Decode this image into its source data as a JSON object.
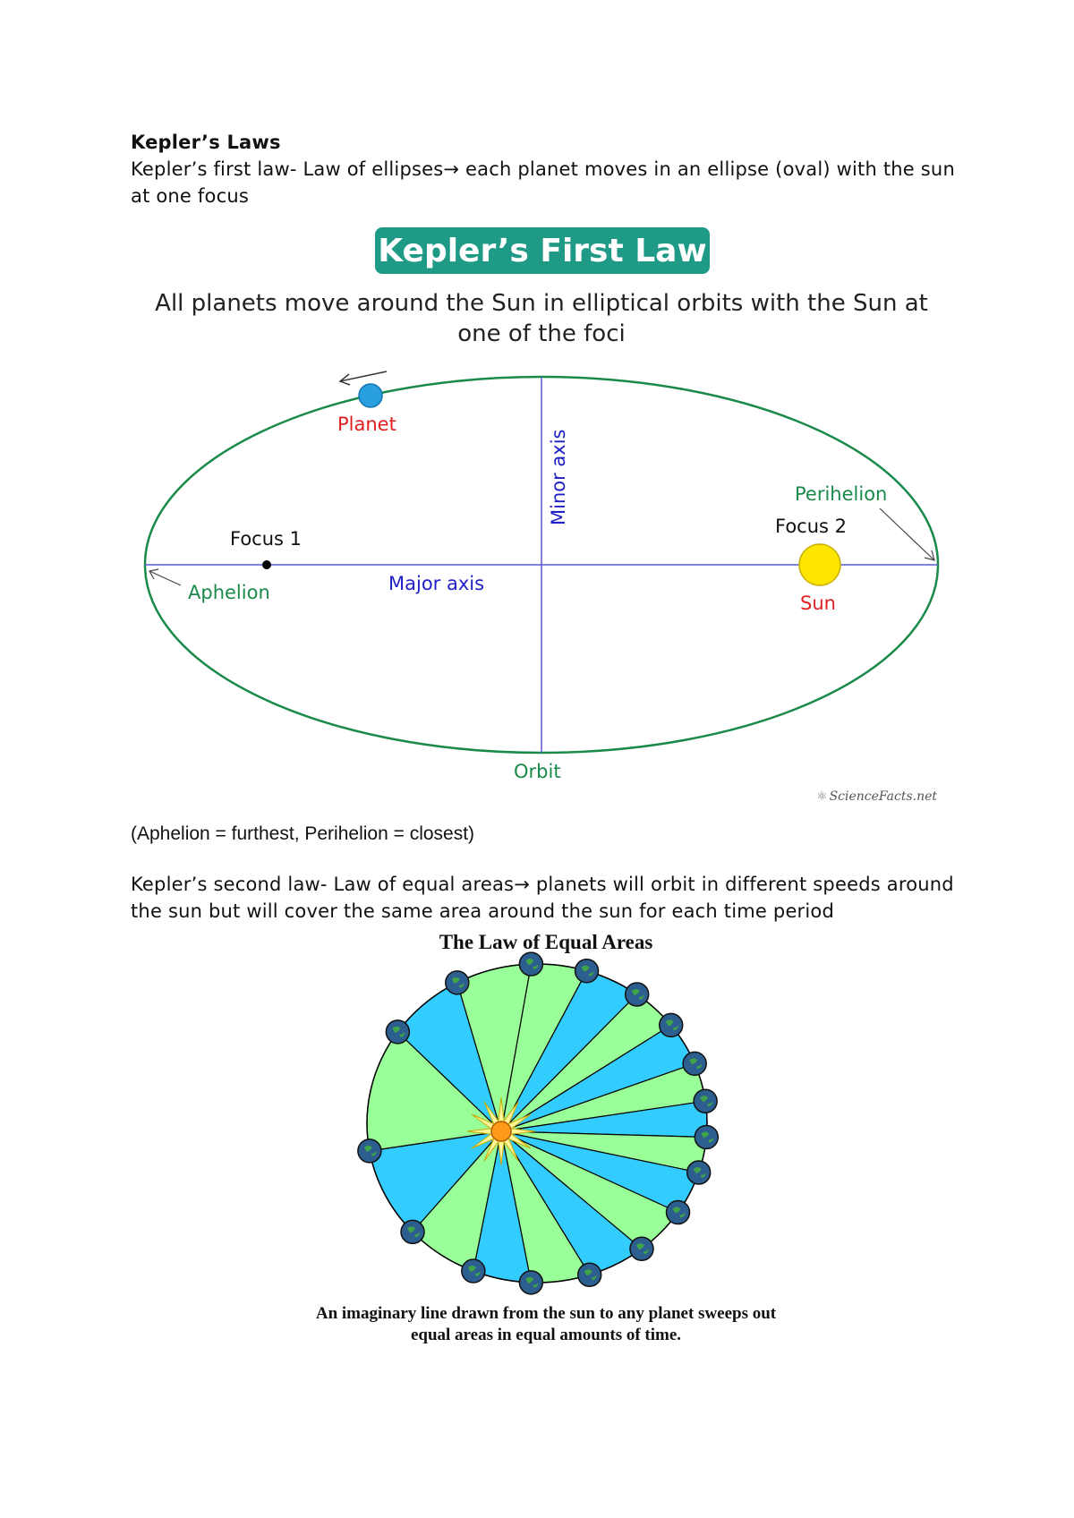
{
  "document": {
    "heading": "Kepler’s Laws",
    "first_law_text": "Kepler’s first law- Law of ellipses→ each planet moves in an ellipse (oval) with the sun at one focus",
    "note": "(Aphelion = furthest, Perihelion = closest)",
    "second_law_text": "Kepler’s second law- Law of equal areas→ planets will orbit in different speeds around the sun but will cover the same area around the sun for each time period"
  },
  "first_law_figure": {
    "banner": "Kepler’s First Law",
    "subtitle": "All planets move around the Sun in elliptical orbits with the Sun at one of the foci",
    "labels": {
      "planet": "Planet",
      "minor_axis": "Minor axis",
      "perihelion": "Perihelion",
      "focus2": "Focus 2",
      "focus1": "Focus 1",
      "aphelion": "Aphelion",
      "major_axis": "Major axis",
      "sun": "Sun",
      "orbit": "Orbit"
    },
    "credit": "ScienceFacts.net",
    "colors": {
      "banner": "#1f9a86",
      "orbit": "#1a8a4a",
      "axes": "#5a5ad0",
      "planet": "#2a9fe0",
      "sun": "#ffe600"
    }
  },
  "second_law_figure": {
    "title": "The Law of Equal Areas",
    "caption": "An imaginary line drawn from the sun to any planet sweeps out equal areas in equal amounts of time.",
    "colors": {
      "sector_a": "#33ccff",
      "sector_b": "#99ff99",
      "sun": "#ff9a1a"
    }
  }
}
